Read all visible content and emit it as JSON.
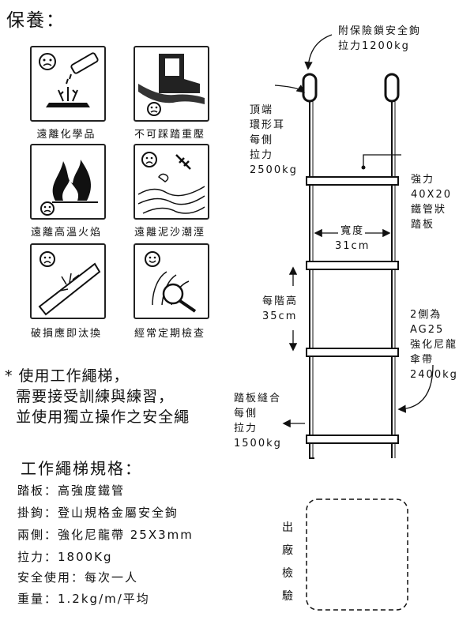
{
  "title": "保養：",
  "maintenance": [
    {
      "icon": "chemical-icon",
      "caption": "遠離化學品"
    },
    {
      "icon": "boot-step-icon",
      "caption": "不可踩踏重壓"
    },
    {
      "icon": "fire-icon",
      "caption": "遠離高溫火焰"
    },
    {
      "icon": "mud-crayfish-icon",
      "caption": "遠離泥沙潮溼"
    },
    {
      "icon": "frayed-rope-icon",
      "caption": "破損應即汰換"
    },
    {
      "icon": "magnifier-icon",
      "caption": "經常定期檢查"
    }
  ],
  "warning": "* 使用工作繩梯，\n  需要接受訓練與練習，\n  並使用獨立操作之安全繩",
  "spec_title": "工作繩梯規格：",
  "specs": [
    "踏板：高強度鐵管",
    "掛鉤：登山規格金屬安全鉤",
    "兩側：強化尼龍帶 25X3mm",
    "拉力：1800Kg",
    "安全使用：每次一人",
    "重量：1.2kg/m/平均"
  ],
  "labels": {
    "hook": "附保險鎖安全鉤\n拉力1200kg",
    "loop": "頂端\n環形耳\n每側\n拉力\n2500kg",
    "rung": "強力\n40X20\n鐵管狀\n踏板",
    "width": "寬度\n31cm",
    "step_height": "每階高\n35cm",
    "sides": "2側為\nAG25\n強化尼龍\n傘帶\n2400kg",
    "seam": "踏板縫合\n每側\n拉力\n1500kg"
  },
  "stamp": [
    "出",
    "廠",
    "檢",
    "驗"
  ]
}
